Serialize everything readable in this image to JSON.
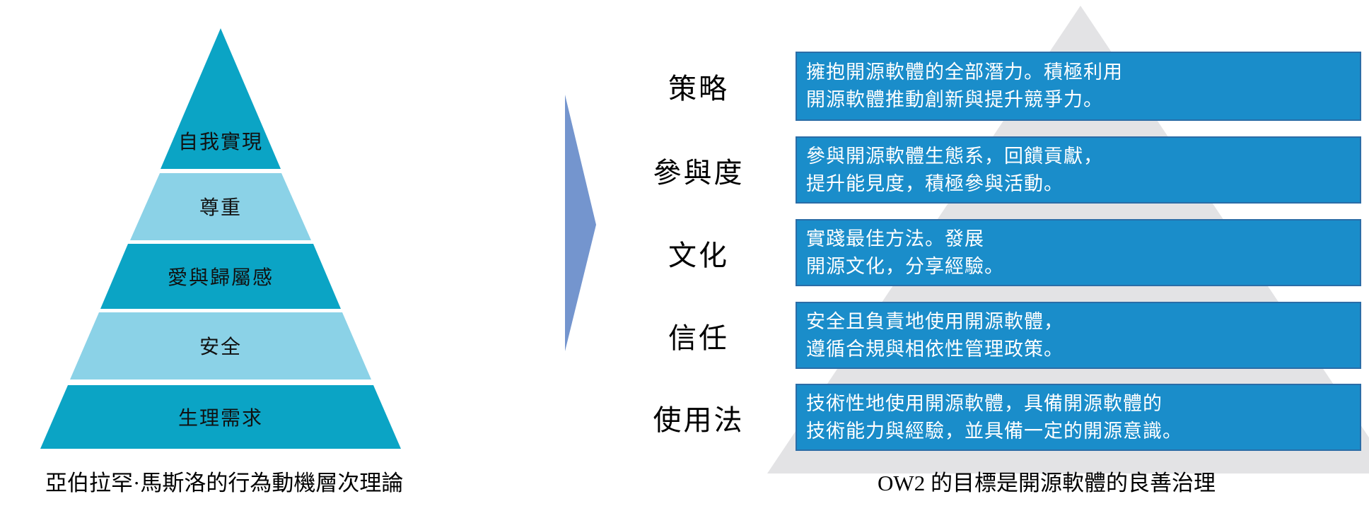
{
  "colors": {
    "teal": "#0ba4c5",
    "light_blue": "#8bd2e7",
    "bar_fill": "#1a8dca",
    "bar_border": "#2b6da7",
    "arrow_blue": "#7495ce",
    "backdrop_gray": "#e3e3e5"
  },
  "left_pyramid": {
    "caption": "亞伯拉罕·馬斯洛的行為動機層次理論",
    "levels": [
      {
        "label": "自我實現"
      },
      {
        "label": "尊重"
      },
      {
        "label": "愛與歸屬感"
      },
      {
        "label": "安全"
      },
      {
        "label": "生理需求"
      }
    ]
  },
  "right_panel": {
    "caption": "OW2 的目標是開源軟體的良善治理",
    "rows": [
      {
        "label": "策略",
        "line1": "擁抱開源軟體的全部潛力。積極利用",
        "line2": "開源軟體推動創新與提升競爭力。"
      },
      {
        "label": "參與度",
        "line1": "參與開源軟體生態系，回饋貢獻，",
        "line2": "提升能見度，積極參與活動。"
      },
      {
        "label": "文化",
        "line1": "實踐最佳方法。發展",
        "line2": "開源文化，分享經驗。"
      },
      {
        "label": "信任",
        "line1": "安全且負責地使用開源軟體，",
        "line2": "遵循合規與相依性管理政策。"
      },
      {
        "label": "使用法",
        "line1": "技術性地使用開源軟體，具備開源軟體的",
        "line2": "技術能力與經驗，並具備一定的開源意識。"
      }
    ]
  }
}
